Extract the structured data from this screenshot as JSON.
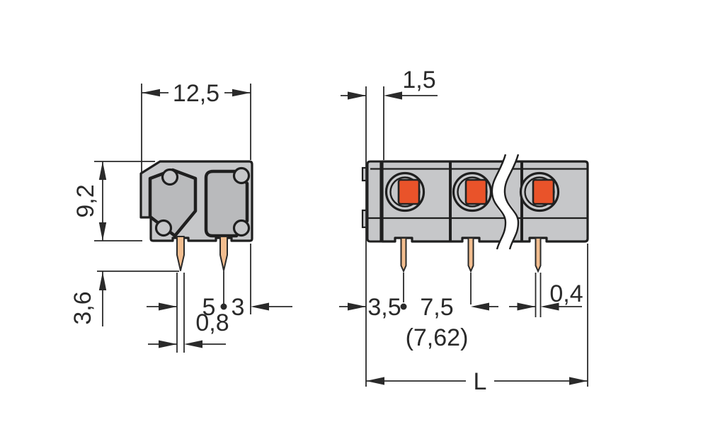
{
  "dimensions": {
    "body_width": "12,5",
    "body_height": "9,2",
    "pin_length": "3,6",
    "pin_spacing_left": "5",
    "pin_spacing_right": "3",
    "pin_width_side": "0,8",
    "end_wall": "1,5",
    "pin_offset": "3,5",
    "pin_pitch": "7,5",
    "pin_pitch_alt": "(7,62)",
    "pin_thickness": "0,4",
    "total_length": "L"
  },
  "colors": {
    "background": "#ffffff",
    "body_gray": "#c6c7c9",
    "panel_gray": "#b9babc",
    "button_orange": "#e9532a",
    "pin_copper": "#f2bd8f",
    "line_dark": "#1f1f1f",
    "dim_line": "#2a2a2a"
  },
  "icons": {
    "break_line": "s-curve-break-icon"
  }
}
